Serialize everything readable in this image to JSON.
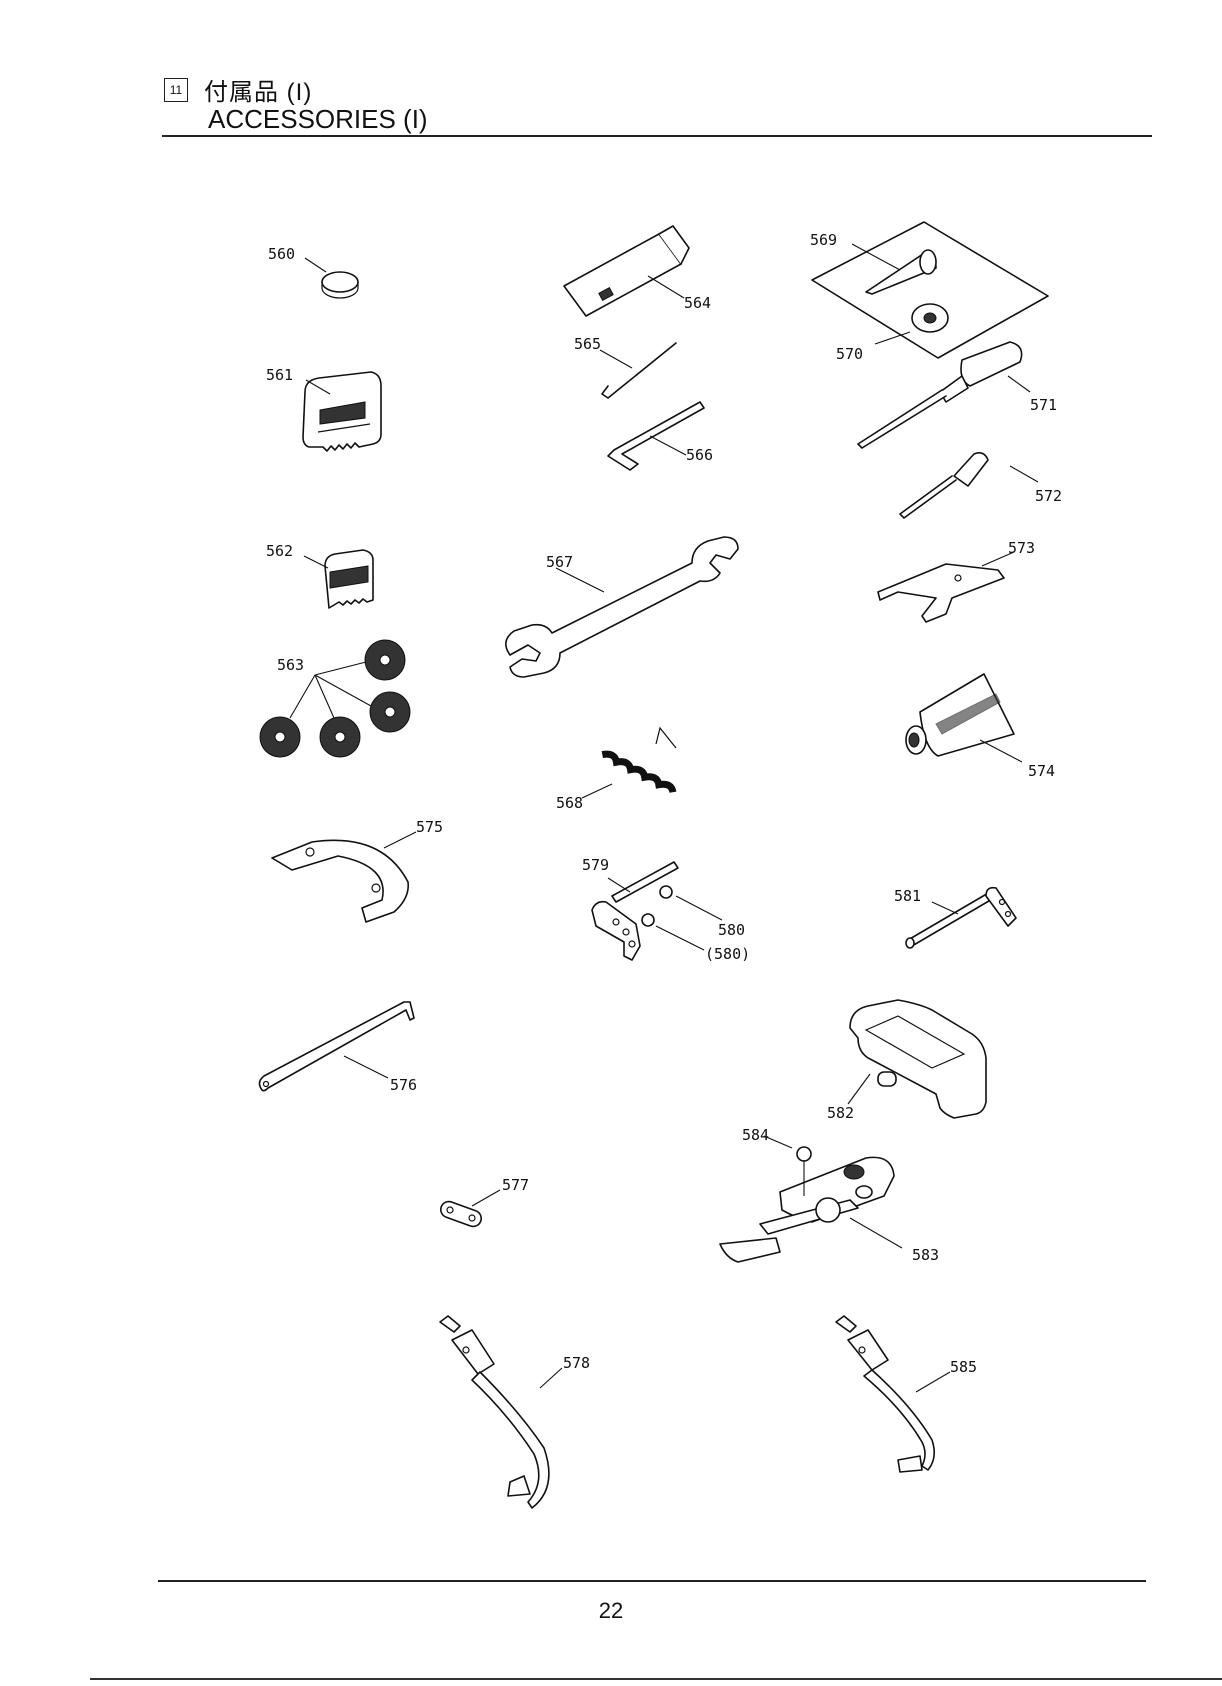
{
  "header": {
    "section_number": "11",
    "title_jp": "付属品 (I)",
    "title_en": "ACCESSORIES (I)"
  },
  "footer": {
    "page_number": "22"
  },
  "labels": {
    "p560": "560",
    "p561": "561",
    "p562": "562",
    "p563": "563",
    "p564": "564",
    "p565": "565",
    "p566": "566",
    "p567": "567",
    "p568": "568",
    "p569": "569",
    "p570": "570",
    "p571": "571",
    "p572": "572",
    "p573": "573",
    "p574": "574",
    "p575": "575",
    "p576": "576",
    "p577": "577",
    "p578": "578",
    "p579": "579",
    "p580": "580",
    "p580b": "(580)",
    "p581": "581",
    "p582": "582",
    "p583": "583",
    "p584": "584",
    "p585": "585"
  }
}
